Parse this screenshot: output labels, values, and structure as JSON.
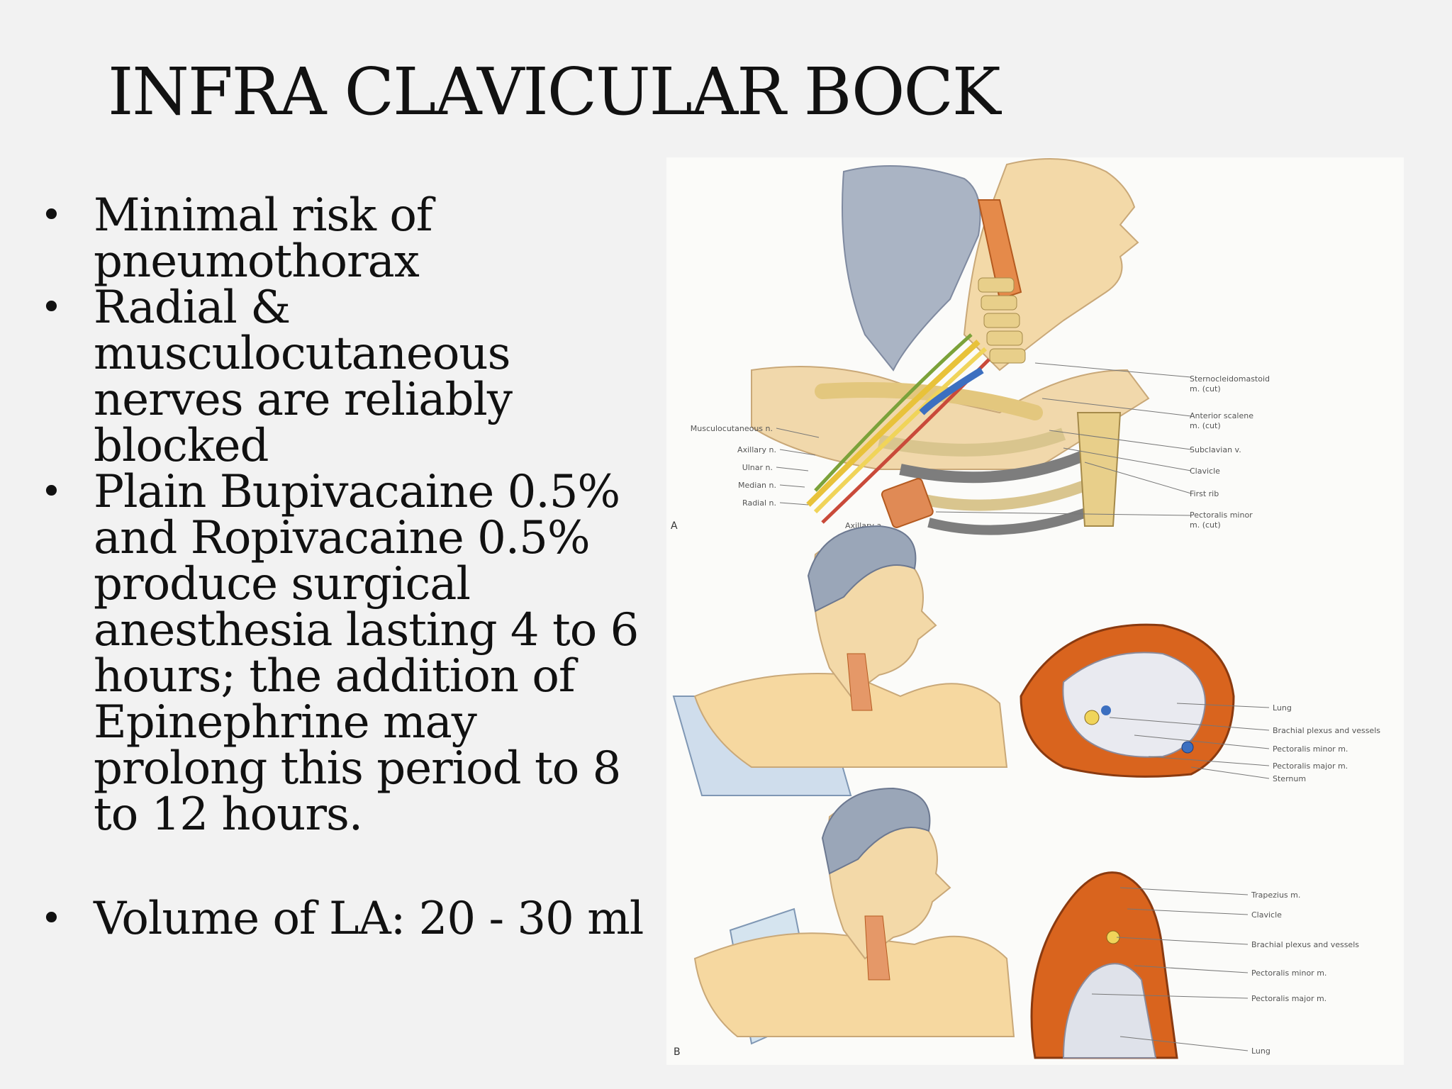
{
  "title": "INFRA CLAVICULAR BOCK",
  "bullets": [
    "Minimal risk of pneumothorax",
    "Radial & musculocutaneous nerves are reliably blocked",
    "Plain Bupivacaine 0.5% and Ropivacaine 0.5% produce surgical anesthesia lasting 4 to 6 hours; the addition of Epinephrine may prolong this period to 8 to 12 hours.",
    "Volume of LA: 20 - 30 ml"
  ],
  "bullet_symbol": "•",
  "figure": {
    "panel_a": "A",
    "panel_b": "B",
    "panel_a_left_labels": [
      "Musculocutaneous n.",
      "Axillary n.",
      "Ulnar n.",
      "Median n.",
      "Radial n."
    ],
    "panel_a_bottom_label": "Axillary a.",
    "panel_a_right_labels": [
      [
        "Sternocleidomastoid",
        "m. (cut)"
      ],
      [
        "Anterior scalene",
        "m. (cut)"
      ],
      [
        "Subclavian v."
      ],
      [
        "Clavicle"
      ],
      [
        "First rib"
      ],
      [
        "Pectoralis minor",
        "m. (cut)"
      ]
    ],
    "panel_b1_labels": [
      "Lung",
      "Brachial plexus and vessels",
      "Pectoralis minor m.",
      "Pectoralis major m.",
      "Sternum"
    ],
    "panel_b2_labels": [
      "Trapezius m.",
      "Clavicle",
      "Brachial plexus and vessels",
      "Pectoralis minor m.",
      "Pectoralis major m.",
      "Lung"
    ]
  },
  "colors": {
    "background": "#f2f2f2",
    "text": "#111111",
    "skin": "#f3d9a8",
    "muscle": "#d9641e",
    "bone": "#e8cf8a",
    "cap": "#9aa6b8"
  }
}
